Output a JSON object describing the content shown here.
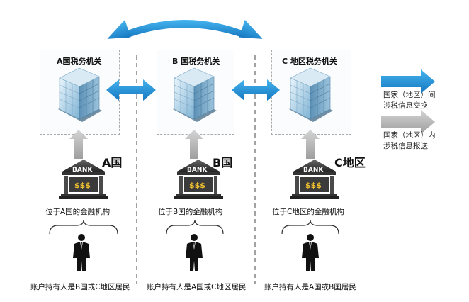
{
  "colors": {
    "exchange_arrow": "#1f8fd6",
    "report_arrow": "#b9b9b9",
    "dashed_border": "#a9a9a9",
    "bank_text": "#ffffff",
    "money_color": "#f2c230"
  },
  "offices": [
    {
      "title": "A国税务机关",
      "region": "A国",
      "institution": "位于A国的金融机构",
      "holders": "账户持有人是B国或C地区居民"
    },
    {
      "title": "B 国税务机关",
      "region": "B国",
      "institution": "位于B国的金融机构",
      "holders": "账户持有人是A国或C地区居民"
    },
    {
      "title": "C 地区税务机关",
      "region": "C地区",
      "institution": "位于C地区的金融机构",
      "holders": "账户持有人是A国或B国居民"
    }
  ],
  "bank": {
    "label": "BANK",
    "money": "$$$"
  },
  "legend": {
    "exchange_line1": "国家（地区）间",
    "exchange_line2": "涉税信息交换",
    "report_line1": "国家（地区）内",
    "report_line2": "涉税信息报送"
  },
  "icons": {
    "office": "office-building-icon",
    "bank": "bank-icon",
    "person": "person-icon",
    "exchange": "double-arrow-icon",
    "report": "up-arrow-icon"
  }
}
